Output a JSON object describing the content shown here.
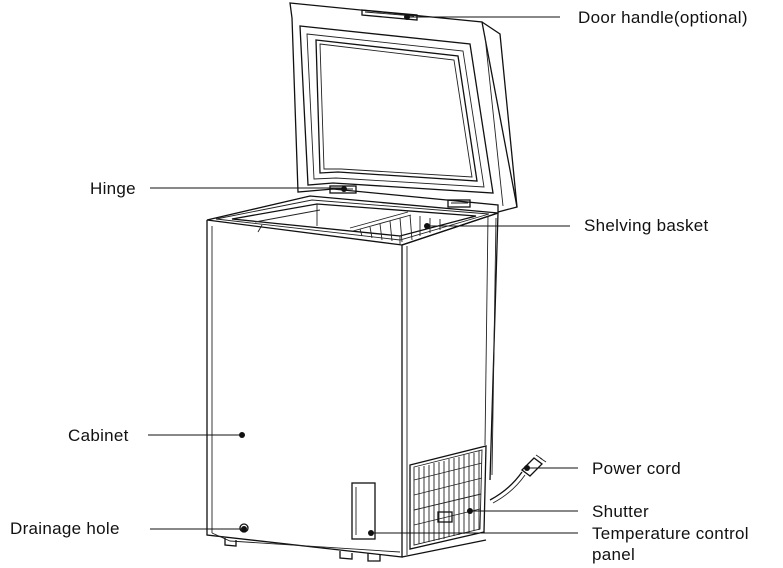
{
  "labels": {
    "door_handle": "Door handle(optional)",
    "hinge": "Hinge",
    "shelving_basket": "Shelving basket",
    "cabinet": "Cabinet",
    "power_cord": "Power cord",
    "drainage_hole": "Drainage hole",
    "shutter": "Shutter",
    "temperature_control_line1": "Temperature control",
    "temperature_control_line2": "panel"
  },
  "colors": {
    "ink": "#111111",
    "background": "#ffffff"
  }
}
